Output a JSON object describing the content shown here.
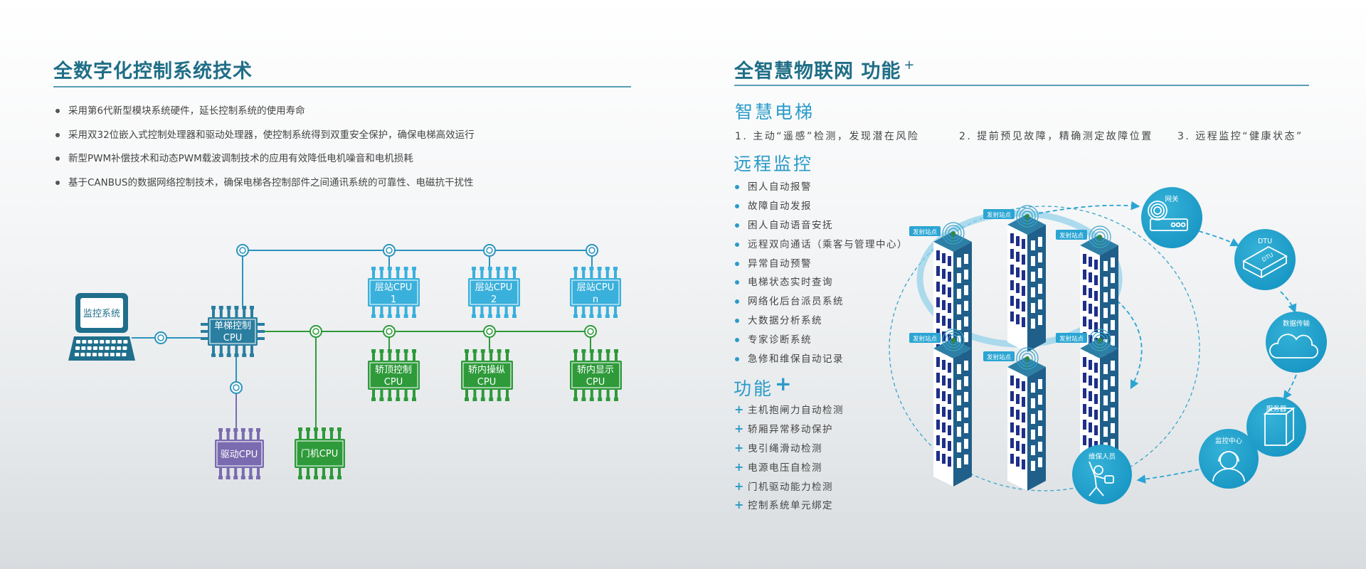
{
  "left": {
    "title": "全数字化控制系统技术",
    "bullets": [
      "采用第6代新型模块系统硬件，延长控制系统的使用寿命",
      "采用双32位嵌入式控制处理器和驱动处理器，使控制系统得到双重安全保护，确保电梯高效运行",
      "新型PWM补偿技术和动态PWM载波调制技术的应用有效降低电机噪音和电机损耗",
      "基于CANBUS的数据网络控制技术，确保电梯各控制部件之间通讯系统的可靠性、电磁抗干扰性"
    ],
    "diagram": {
      "monitor": "监控系统",
      "main_cpu": [
        "单梯控制",
        "CPU"
      ],
      "hall_cpus": [
        [
          "层站CPU",
          "1"
        ],
        [
          "层站CPU",
          "2"
        ],
        [
          "层站CPU",
          "n"
        ]
      ],
      "car_cpus": [
        [
          "轿顶控制",
          "CPU"
        ],
        [
          "轿内操纵",
          "CPU"
        ],
        [
          "轿内显示",
          "CPU"
        ]
      ],
      "drive_cpu": "驱动CPU",
      "door_cpu": "门机CPU"
    }
  },
  "right": {
    "title": "全智慧物联网 功能",
    "title_sup": "+",
    "smart_elevator": {
      "heading": "智慧电梯",
      "points": [
        "1. 主动“遥感”检测，发现潜在风险",
        "2. 提前预见故障，精确测定故障位置",
        "3. 远程监控“健康状态”"
      ]
    },
    "remote_monitor": {
      "heading": "远程监控",
      "items": [
        "困人自动报警",
        "故障自动发报",
        "困人自动语音安抚",
        "远程双向通话（乘客与管理中心）",
        "异常自动预警",
        "电梯状态实时查询",
        "网络化后台派员系统",
        "大数据分析系统",
        "专家诊断系统",
        "急修和维保自动记录"
      ]
    },
    "functions": {
      "heading": "功能",
      "heading_sup": "+",
      "items": [
        "主机抱闸力自动检测",
        "轿厢异常移动保护",
        "曳引绳滑动检测",
        "电源电压自检测",
        "门机驱动能力检测",
        "控制系统单元绑定"
      ]
    },
    "iot": {
      "node_label": "发射站点",
      "gateway": "网关",
      "dtu": "DTU",
      "data": "数据传输",
      "server": "服务器",
      "center": "监控中心",
      "maintenance": "维保人员"
    }
  },
  "colors": {
    "title": "#1f6e86",
    "accent": "#2a9bc9",
    "blue_chip": "#3ab0dc",
    "main_chip": "#2a7ea0",
    "green_chip": "#2e9a3a",
    "purple_chip": "#7a6bb0"
  }
}
